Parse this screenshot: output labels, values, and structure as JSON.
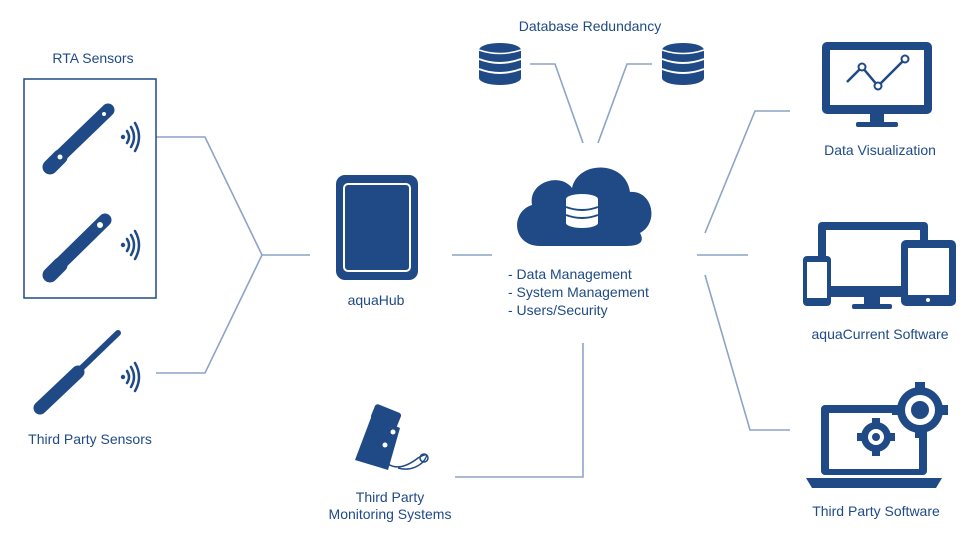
{
  "colors": {
    "primary": "#1f4a86",
    "line": "#8fa3c6",
    "box_border": "#1f4a86"
  },
  "labels": {
    "rta_sensors": "RTA Sensors",
    "third_party_sensors": "Third Party Sensors",
    "aquahub": "aquaHub",
    "database_redundancy": "Database Redundancy",
    "third_party_monitoring_line1": "Third Party",
    "third_party_monitoring_line2": "Monitoring Systems",
    "data_visualization": "Data Visualization",
    "aquacurrent_software": "aquaCurrent Software",
    "third_party_software": "Third Party Software"
  },
  "cloud_features": [
    "- Data Management",
    "- System Management",
    "- Users/Security"
  ],
  "icons": {
    "sensor": "probe-sensor-icon",
    "wireless": "wireless-signal-icon",
    "hub": "tablet-hub-icon",
    "cloud": "cloud-database-icon",
    "database": "database-icon",
    "monitor": "line-chart-monitor-icon",
    "devices": "multi-device-icon",
    "laptop": "laptop-gears-icon",
    "monitoring": "monitoring-probe-icon"
  }
}
